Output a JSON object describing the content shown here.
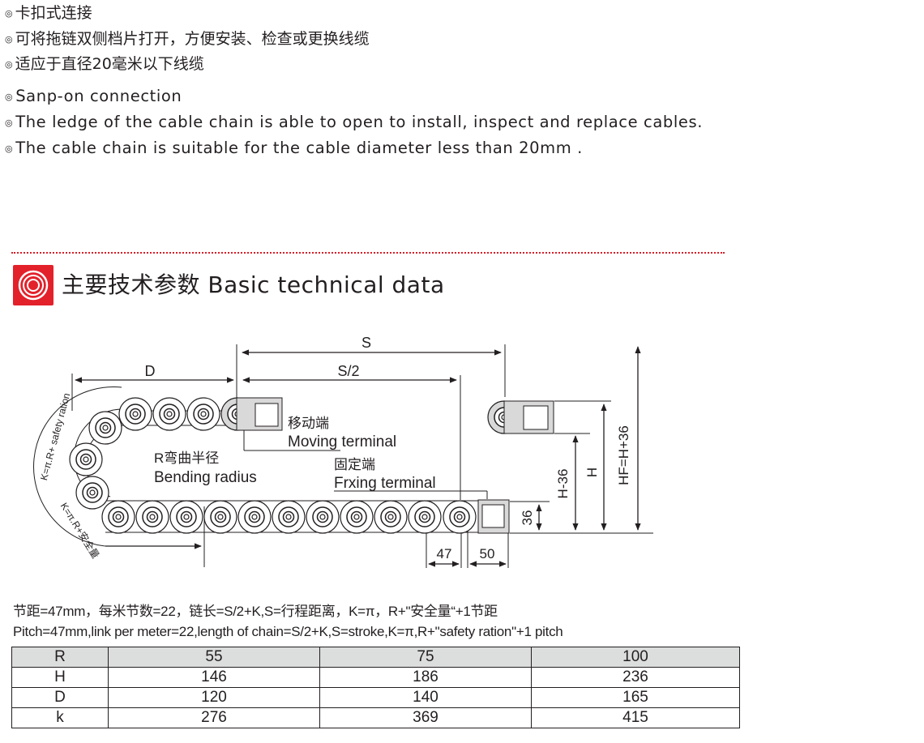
{
  "features_zh": [
    "卡扣式连接",
    "可将拖链双侧档片打开，方便安装、检查或更换线缆",
    "适应于直径20毫米以下线缆"
  ],
  "features_en": [
    "Sanp-on connection",
    "The ledge of the cable chain is able to open to install, inspect and replace cables.",
    "The cable chain is suitable for the cable diameter less than 20mm ."
  ],
  "bullet": "◎",
  "section": {
    "title": "主要技术参数 Basic technical data",
    "icon": "red-concentric-circle-icon",
    "accent": "#e3212b"
  },
  "diagram": {
    "label_S": "S",
    "label_S2": "S/2",
    "label_D": "D",
    "moving_zh": "移动端",
    "moving_en": "Moving terminal",
    "bend_zh": "R弯曲半径",
    "bend_en": "Bending radius",
    "fixed_zh": "固定端",
    "fixed_en": "Frxing terminal",
    "dim_47": "47",
    "dim_50": "50",
    "dim_36": "36",
    "dim_H36": "H-36",
    "dim_H": "H",
    "dim_HF": "HF=H+36",
    "arc_outer": "K=π.R+ safety ration",
    "arc_inner": "K=π.R+安全量"
  },
  "note_zh": "节距=47mm，每米节数=22，链长=S/2+K,S=行程距离，K=π，R+\"安全量“+1节距",
  "note_en": "Pitch=47mm,link per meter=22,length of chain=S/2+K,S=stroke,K=π,R+\"safety ration\"+1 pitch",
  "table": {
    "rows": [
      [
        "R",
        "55",
        "75",
        "100"
      ],
      [
        "H",
        "146",
        "186",
        "236"
      ],
      [
        "D",
        "120",
        "140",
        "165"
      ],
      [
        "k",
        "276",
        "369",
        "415"
      ]
    ]
  }
}
